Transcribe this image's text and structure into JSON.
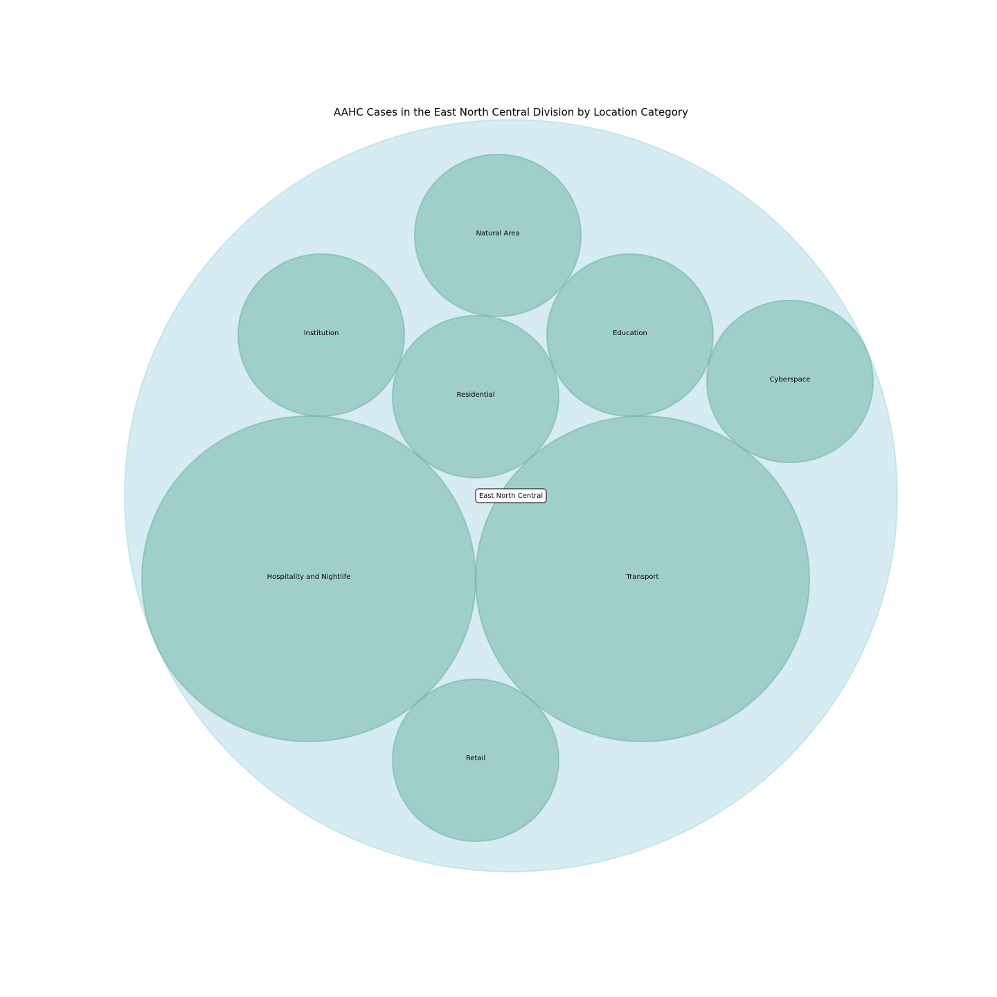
{
  "chart_data": {
    "type": "bubble",
    "title": "AAHC Cases in the East North Central Division by Location Category",
    "parent": {
      "label": "East North Central",
      "color": "#add8e6"
    },
    "bubble_color": "#69b3a2",
    "children": [
      {
        "label": "Natural Area",
        "value": 1
      },
      {
        "label": "Institution",
        "value": 1
      },
      {
        "label": "Education",
        "value": 1
      },
      {
        "label": "Residential",
        "value": 1
      },
      {
        "label": "Cyberspace",
        "value": 1
      },
      {
        "label": "Hospitality and Nightlife",
        "value": 4
      },
      {
        "label": "Transport",
        "value": 4
      },
      {
        "label": "Retail",
        "value": 1
      }
    ]
  }
}
